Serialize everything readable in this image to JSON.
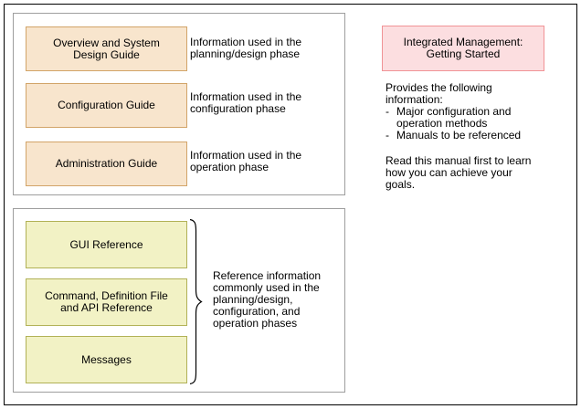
{
  "colors": {
    "guide_box_fill": "#f8e5cd",
    "guide_box_border": "#d2a469",
    "reference_box_fill": "#f2f2c5",
    "reference_box_border": "#b1b156",
    "getting_started_fill": "#fcdee0",
    "getting_started_border": "#f09396",
    "group_frame_border": "#9e9e9e",
    "outer_frame_border": "#000000"
  },
  "top_group": {
    "items": [
      {
        "title": "Overview and System\nDesign Guide",
        "description": "Information used in the\nplanning/design phase"
      },
      {
        "title": "Configuration Guide",
        "description": "Information used in the\nconfiguration phase"
      },
      {
        "title": "Administration Guide",
        "description": "Information used in the\noperation phase"
      }
    ]
  },
  "reference_group": {
    "items": [
      {
        "title": "GUI Reference"
      },
      {
        "title": "Command, Definition File\nand API Reference"
      },
      {
        "title": "Messages"
      }
    ],
    "brace_note": "Reference information\ncommonly used in the\nplanning/design,\nconfiguration, and\noperation phases"
  },
  "getting_started": {
    "title": "Integrated Management:\nGetting Started",
    "intro": "Provides the following\ninformation:",
    "bullet_marker": "-",
    "bullets": [
      "Major configuration and\noperation methods",
      "Manuals to be referenced"
    ],
    "note": "Read this manual first to learn\nhow you can achieve your\ngoals."
  }
}
